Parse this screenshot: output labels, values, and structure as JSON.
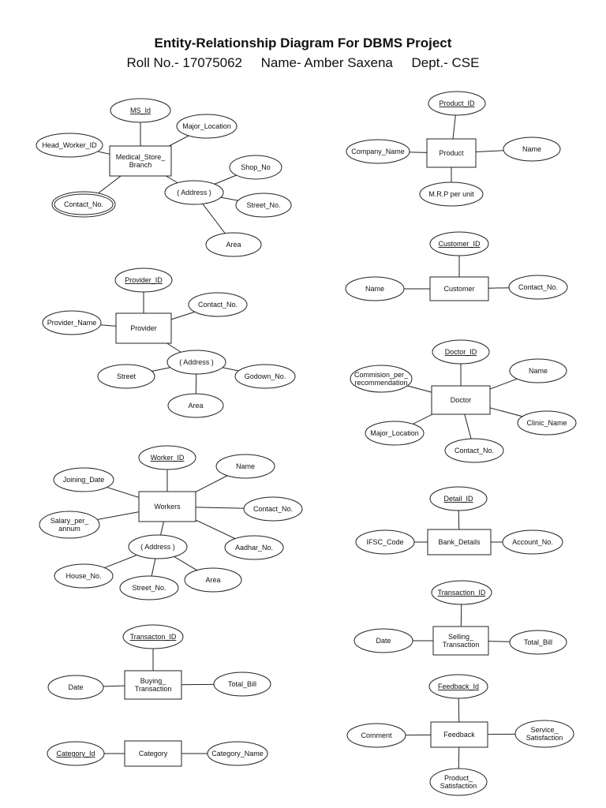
{
  "title": "Entity-Relationship Diagram For DBMS Project",
  "subtitle": "Roll No.- 17075062     Name- Amber Saxena     Dept.- CSE",
  "entities": [
    {
      "id": "medical_store",
      "label": [
        "Medical_Store_",
        "Branch"
      ],
      "attributes": [
        {
          "id": "ms_id",
          "label": [
            "MS_Id"
          ],
          "key": true
        },
        {
          "id": "major_location_ms",
          "label": [
            "Major_Location"
          ]
        },
        {
          "id": "head_worker_id",
          "label": [
            "Head_Worker_ID"
          ]
        },
        {
          "id": "address_ms",
          "label": [
            "( Address )"
          ]
        },
        {
          "id": "shop_no",
          "label": [
            "Shop_No"
          ]
        },
        {
          "id": "street_no_ms",
          "label": [
            "Street_No."
          ]
        },
        {
          "id": "area_ms",
          "label": [
            "Area"
          ]
        },
        {
          "id": "contact_ms",
          "label": [
            "Contact_No."
          ],
          "multivalued": true
        }
      ]
    },
    {
      "id": "product",
      "label": [
        "Product"
      ],
      "attributes": [
        {
          "id": "product_id",
          "label": [
            "Product_ID"
          ],
          "key": true
        },
        {
          "id": "company_name",
          "label": [
            "Company_Name"
          ]
        },
        {
          "id": "product_name",
          "label": [
            "Name"
          ]
        },
        {
          "id": "mrp",
          "label": [
            "M.R.P per unit"
          ]
        }
      ]
    },
    {
      "id": "provider",
      "label": [
        "Provider"
      ],
      "attributes": [
        {
          "id": "provider_id",
          "label": [
            "Provider_ID"
          ],
          "key": true
        },
        {
          "id": "contact_prov",
          "label": [
            "Contact_No."
          ]
        },
        {
          "id": "provider_name",
          "label": [
            "Provider_Name"
          ]
        },
        {
          "id": "address_prov",
          "label": [
            "( Address )"
          ]
        },
        {
          "id": "street_prov",
          "label": [
            "Street"
          ]
        },
        {
          "id": "godown_no",
          "label": [
            "Godown_No."
          ]
        },
        {
          "id": "area_prov",
          "label": [
            "Area"
          ]
        }
      ]
    },
    {
      "id": "customer",
      "label": [
        "Customer"
      ],
      "attributes": [
        {
          "id": "customer_id",
          "label": [
            "Customer_ID"
          ],
          "key": true
        },
        {
          "id": "customer_name",
          "label": [
            "Name"
          ]
        },
        {
          "id": "contact_cust",
          "label": [
            "Contact_No."
          ]
        }
      ]
    },
    {
      "id": "doctor",
      "label": [
        "Doctor"
      ],
      "attributes": [
        {
          "id": "doctor_id",
          "label": [
            "Doctor_ID"
          ],
          "key": true
        },
        {
          "id": "doctor_name",
          "label": [
            "Name"
          ]
        },
        {
          "id": "commision",
          "label": [
            "Commision_per_",
            "recommendation"
          ]
        },
        {
          "id": "clinic_name",
          "label": [
            "Clinic_Name"
          ]
        },
        {
          "id": "major_location_doc",
          "label": [
            "Major_Location"
          ]
        },
        {
          "id": "contact_doc",
          "label": [
            "Contact_No."
          ]
        }
      ]
    },
    {
      "id": "workers",
      "label": [
        "Workers"
      ],
      "attributes": [
        {
          "id": "worker_id",
          "label": [
            "Worker_ID"
          ],
          "key": true
        },
        {
          "id": "worker_name",
          "label": [
            "Name"
          ]
        },
        {
          "id": "joining_date",
          "label": [
            "Joining_Date"
          ]
        },
        {
          "id": "contact_work",
          "label": [
            "Contact_No."
          ]
        },
        {
          "id": "salary",
          "label": [
            "Salary_per_",
            "annum"
          ]
        },
        {
          "id": "aadhar_no",
          "label": [
            "Aadhar_No."
          ]
        },
        {
          "id": "address_work",
          "label": [
            "( Address )"
          ]
        },
        {
          "id": "house_no",
          "label": [
            "House_No."
          ]
        },
        {
          "id": "street_no_work",
          "label": [
            "Street_No."
          ]
        },
        {
          "id": "area_work",
          "label": [
            "Area"
          ]
        }
      ]
    },
    {
      "id": "bank_details",
      "label": [
        "Bank_Details"
      ],
      "attributes": [
        {
          "id": "detail_id",
          "label": [
            "Detail_ID"
          ],
          "key": true
        },
        {
          "id": "ifsc_code",
          "label": [
            "IFSC_Code"
          ]
        },
        {
          "id": "account_no",
          "label": [
            "Account_No."
          ]
        }
      ]
    },
    {
      "id": "selling_transaction",
      "label": [
        "Selling_",
        "Transaction"
      ],
      "attributes": [
        {
          "id": "transaction_id",
          "label": [
            "Transaction_ID"
          ],
          "key": true
        },
        {
          "id": "sell_date",
          "label": [
            "Date"
          ]
        },
        {
          "id": "sell_total",
          "label": [
            "Total_Bill"
          ]
        }
      ]
    },
    {
      "id": "buying_transaction",
      "label": [
        "Buying_",
        "Transaction"
      ],
      "attributes": [
        {
          "id": "transacton_id",
          "label": [
            "Transacton_ID"
          ],
          "key": true
        },
        {
          "id": "buy_date",
          "label": [
            "Date"
          ]
        },
        {
          "id": "buy_total",
          "label": [
            "Total_Bill"
          ]
        }
      ]
    },
    {
      "id": "feedback",
      "label": [
        "Feedback"
      ],
      "attributes": [
        {
          "id": "feedback_id",
          "label": [
            "Feedback_Id"
          ],
          "key": true
        },
        {
          "id": "comment",
          "label": [
            "Comment"
          ]
        },
        {
          "id": "service_satisfaction",
          "label": [
            "Service_",
            "Satisfaction"
          ]
        },
        {
          "id": "product_satisfaction",
          "label": [
            "Product_",
            "Satisfaction"
          ]
        }
      ]
    },
    {
      "id": "category",
      "label": [
        "Category"
      ],
      "attributes": [
        {
          "id": "category_id",
          "label": [
            "Category_Id"
          ],
          "key": true
        },
        {
          "id": "category_name",
          "label": [
            "Category_Name"
          ]
        }
      ]
    }
  ]
}
